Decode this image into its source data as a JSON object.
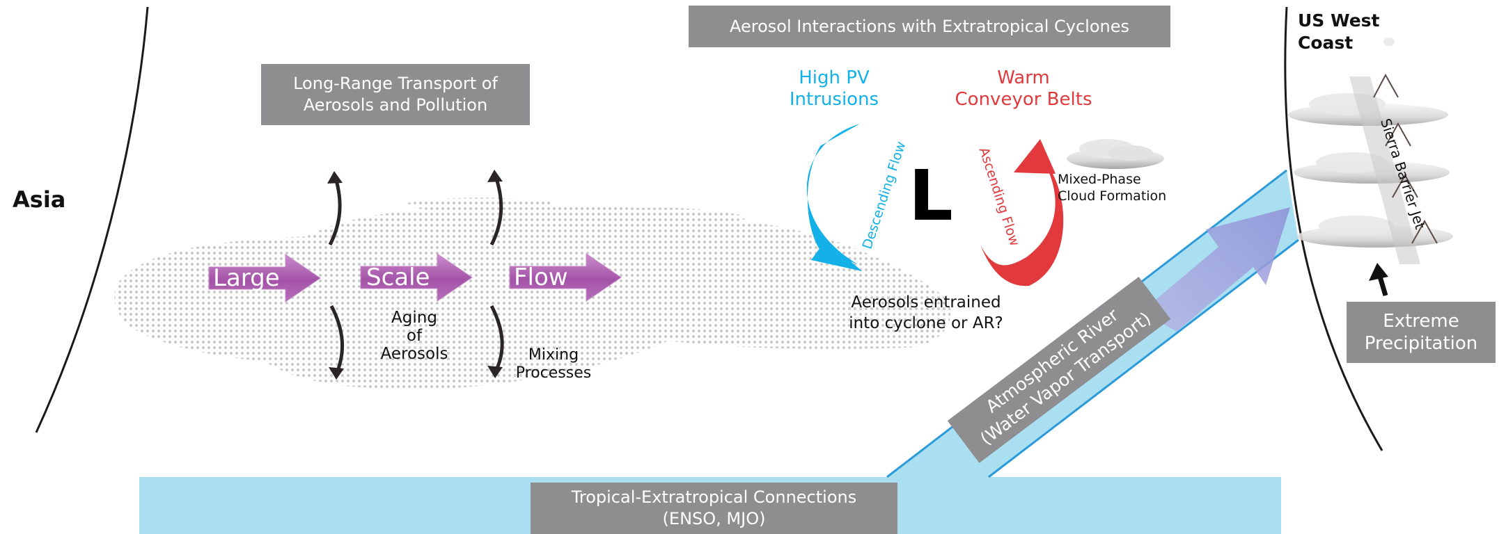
{
  "regions": {
    "left": "Asia",
    "right_line1": "US West",
    "right_line2": "Coast"
  },
  "boxes": {
    "transport": {
      "line1": "Long-Range Transport of",
      "line2": "Aerosols and Pollution"
    },
    "cyclones": "Aerosol Interactions with Extratropical Cyclones",
    "tropical": {
      "line1": "Tropical-Extratropical Connections",
      "line2": "(ENSO, MJO)"
    },
    "precip": {
      "line1": "Extreme",
      "line2": "Precipitation"
    },
    "river": {
      "line1": "Atmospheric River",
      "line2": "(Water Vapor Transport)"
    }
  },
  "flow_words": [
    "Large",
    "Scale",
    "Flow"
  ],
  "aging": {
    "line1": "Aging",
    "line2": "of",
    "line3": "Aerosols"
  },
  "mixing": {
    "line1": "Mixing",
    "line2": "Processes"
  },
  "cyclone": {
    "pv_line1": "High PV",
    "pv_line2": "Intrusions",
    "wcb_line1": "Warm",
    "wcb_line2": "Conveyor Belts",
    "descending": "Descending Flow",
    "ascending": "Ascending Flow",
    "low": "L",
    "cloud_line1": "Mixed-Phase",
    "cloud_line2": "Cloud Formation",
    "entrain_line1": "Aerosols entrained",
    "entrain_line2": "into cyclone or AR?"
  },
  "sierra": "Sierra Barrier Jet",
  "colors": {
    "grey_box": "#8e8d8f",
    "purple": "#a453a8",
    "cyan": "#13b1e8",
    "red": "#e2393d",
    "river_fill": "#a9dff0",
    "river_edge": "#2c9ad8",
    "dots": "#c9c9c9"
  }
}
